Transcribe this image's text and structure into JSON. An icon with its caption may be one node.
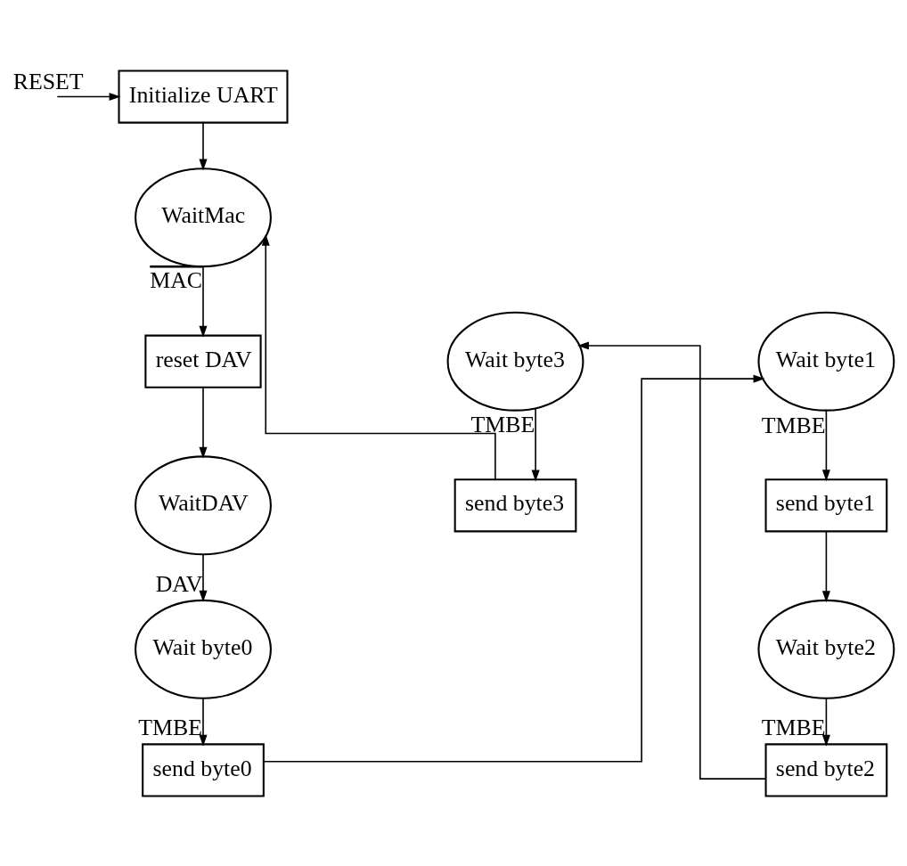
{
  "diagram": {
    "nodes": [
      {
        "text": [
          "Initialize UART"
        ]
      },
      {
        "text": [
          "WaitMac"
        ]
      },
      {
        "text": [
          "reset DAV"
        ]
      },
      {
        "text": [
          "WaitDAV"
        ]
      },
      {
        "text": [
          "Wait byte0"
        ]
      },
      {
        "text": [
          "send byte0"
        ]
      },
      {
        "text": [
          "Wait byte1"
        ]
      },
      {
        "text": [
          "send byte1"
        ]
      },
      {
        "text": [
          "Wait byte2"
        ]
      },
      {
        "text": [
          "send byte2"
        ]
      },
      {
        "text": [
          "Wait byte3"
        ]
      },
      {
        "text": [
          "send byte3"
        ]
      }
    ],
    "edges": [
      {
        "from": null,
        "to": 0,
        "arrow": "to",
        "label": "RESET"
      },
      {
        "from": 0,
        "to": 1,
        "arrow": "to"
      },
      {
        "from": 1,
        "to": 2,
        "arrow": "to",
        "label": "MAC"
      },
      {
        "from": 2,
        "to": 3,
        "arrow": "to"
      },
      {
        "from": 3,
        "to": 4,
        "arrow": "to",
        "label": "DAV"
      },
      {
        "from": 4,
        "to": 5,
        "arrow": "to",
        "label": "TMBE"
      },
      {
        "from": 5,
        "to": 6,
        "arrow": "to"
      },
      {
        "from": 6,
        "to": 7,
        "arrow": "to",
        "label": "TMBE"
      },
      {
        "from": 7,
        "to": 8,
        "arrow": "to"
      },
      {
        "from": 8,
        "to": 9,
        "arrow": "to",
        "label": "TMBE"
      },
      {
        "from": 9,
        "to": 10,
        "arrow": "to"
      },
      {
        "from": 10,
        "to": 11,
        "arrow": "to",
        "label": "TMBE"
      },
      {
        "from": 11,
        "to": 1,
        "arrow": "to"
      }
    ]
  }
}
